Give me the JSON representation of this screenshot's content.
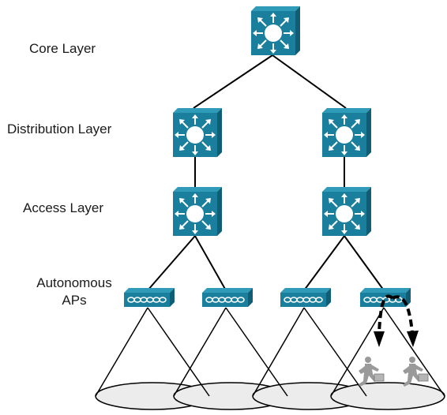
{
  "labels": {
    "core": "Core Layer",
    "distribution": "Distribution Layer",
    "access": "Access Layer",
    "autonomous_aps": "Autonomous APs"
  },
  "colors": {
    "switch_face": "#1a7f9c",
    "switch_top": "#2f9bb8",
    "switch_side": "#0f5e75",
    "ap_face": "#1a7f9c",
    "line": "#000000",
    "ellipse_fill": "#ececec",
    "person": "#9a9a9a"
  },
  "icons": {
    "switch": "multilayer-switch-icon",
    "access_point": "access-point-icon",
    "person": "running-person-icon",
    "roam": "dashed-arrow-icon"
  }
}
